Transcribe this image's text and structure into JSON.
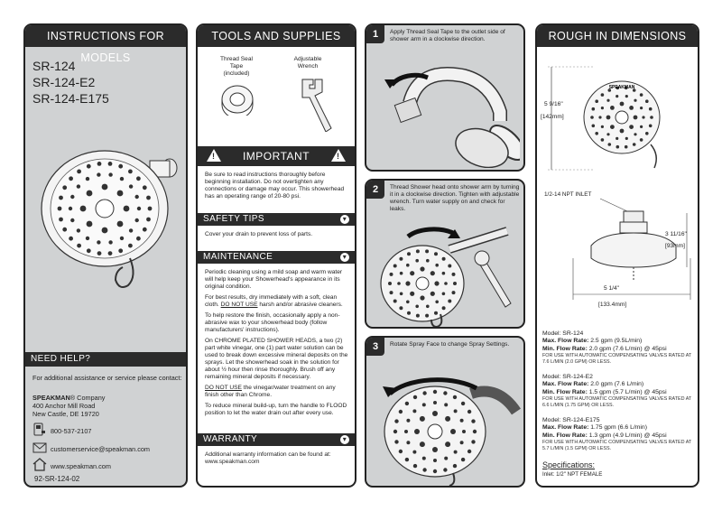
{
  "panel1": {
    "title": "INSTRUCTIONS FOR MODELS",
    "models": [
      "SR-124",
      "SR-124-E2",
      "SR-124-E175"
    ],
    "help_title": "NEED HELP?",
    "help_intro": "For additional assistance or service please contact:",
    "company_brand": "SPEAKMAN",
    "company_suffix": "® Company",
    "address1": "400 Anchor Mill Road",
    "address2": "New Castle, DE 19720",
    "phone": "800-537-2107",
    "email": "customerservice@speakman.com",
    "web": "www.speakman.com",
    "doc_number": "92-SR-124-02",
    "icons": [
      "phone-icon",
      "email-icon",
      "home-icon"
    ]
  },
  "panel2": {
    "title": "TOOLS AND SUPPLIES",
    "tool1": [
      "Thread Seal",
      "Tape",
      "(included)"
    ],
    "tool2": [
      "Adjustable",
      "Wrench"
    ],
    "important": "IMPORTANT",
    "important_text": "Be sure to read instructions thoroughly before beginning installation. Do not overtighten any connections or damage may occur. This showerhead has an operating range of 20-80 psi.",
    "safety_title": "SAFETY TIPS",
    "safety_text": "Cover your drain to prevent loss of parts.",
    "maint_title": "MAINTENANCE",
    "maint_p1_a": "Periodic cleaning using a mild soap and warm water will help keep your Showerhead's appearance in its original condition.",
    "maint_p2_a": "For best results, dry immediately with a soft, clean cloth.",
    "maint_p2_u": "DO NOT USE",
    "maint_p2_b": "harsh and/or abrasive cleaners.",
    "maint_p3": "To help restore the finish, occasionally apply a non-abrasive wax to your showerhead body (follow manufacturers' instructions).",
    "maint_p4": "On CHROME PLATED SHOWER HEADS, a two (2) part white vinegar, one (1) part water solution can be used to break down excessive mineral deposits on the sprays. Let the showerhead soak in the solution for about ½ hour then rinse thoroughly. Brush off any remaining mineral deposits if necessary.",
    "maint_p5_u": "DO NOT USE",
    "maint_p5_b": "the vinegar/water treatment on any finish other than Chrome.",
    "maint_p6": "To reduce mineral build-up, turn the handle to FLOOD position to let the water drain out after every use.",
    "warranty_title": "WARRANTY",
    "warranty_text": "Additional warranty information can be found at: www.speakman.com"
  },
  "steps": [
    {
      "num": "1",
      "text": "Apply Thread Seal Tape to the outlet side of shower arm in a clockwise direction."
    },
    {
      "num": "2",
      "text": "Thread Shower head onto shower arm by turning it in a clockwise direction. Tighten with adjustable wrench. Turn water supply on and check for leaks."
    },
    {
      "num": "3",
      "text": "Rotate Spray Face to change Spray Settings."
    }
  ],
  "panel6": {
    "title": "ROUGH IN DIMENSIONS",
    "brand_on_head": "SPEAKMAN",
    "dim_height_frac": "5 9/16\"",
    "dim_height_mm": "[142mm]",
    "npt_label": "1/2-14 NPT INLET",
    "dim_depth_frac": "3 11/16\"",
    "dim_depth_mm": "[93mm]",
    "dim_width_frac": "5 1/4\"",
    "dim_width_mm": "[133.4mm]",
    "models": [
      {
        "model": "Model: SR-124",
        "max_label": "Max. Flow Rate:",
        "max": "2.5 gpm (9.5L/min)",
        "min_label": "Min. Flow Rate:",
        "min": "2.0 gpm (7.6 L/min) @ 45psi",
        "note": "FOR USE WITH AUTOMATIC COMPENSATING VALVES RATED AT 7.6 L/MIN (2.0 GPM) OR LESS."
      },
      {
        "model": "Model: SR-124-E2",
        "max_label": "Max. Flow Rate:",
        "max": "2.0 gpm (7.6 L/min)",
        "min_label": "Min. Flow Rate:",
        "min": "1.5 gpm (5.7 L/min) @ 45psi",
        "note": "FOR USE WITH AUTOMATIC COMPENSATING VALVES RATED AT 6.6 L/MIN (1.75 GPM) OR LESS."
      },
      {
        "model": "Model: SR-124-E175",
        "max_label": "Max. Flow Rate:",
        "max": "1.75 gpm (6.6 L/min)",
        "min_label": "Min. Flow Rate:",
        "min": "1.3 gpm (4.9 L/min) @ 45psi",
        "note": "FOR USE WITH AUTOMATIC COMPENSATING VALVES RATED AT 5.7 L/MIN (1.5 GPM) OR LESS."
      }
    ],
    "spec_title": "Specifications:",
    "spec_text": "Inlet: 1/2\" NPT FEMALE"
  }
}
